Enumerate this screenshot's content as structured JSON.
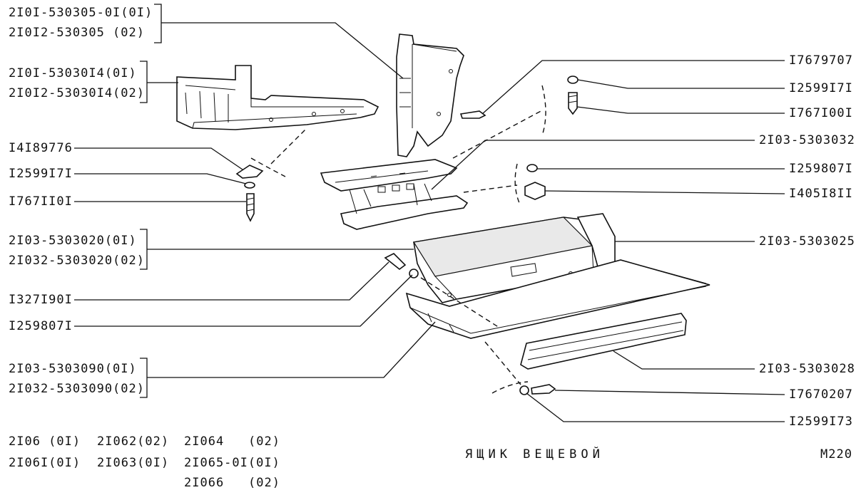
{
  "left_labels": {
    "a1": "2I0I-530305-0I(0I)",
    "a2": "2I0I2-530305 (02)",
    "b1": "2I0I-53030I4(0I)",
    "b2": "2I0I2-53030I4(02)",
    "c": "I4I89776",
    "d": "I2599I7I",
    "e": "I767II0I",
    "f1": "2I03-5303020(0I)",
    "f2": "2I032-5303020(02)",
    "g": "I327I90I",
    "h": "I259807I",
    "i1": "2I03-5303090(0I)",
    "i2": "2I032-5303090(02)"
  },
  "right_labels": {
    "r1": "I7679707",
    "r2": "I2599I7I",
    "r3": "I767I00I",
    "r4": "2I03-5303032",
    "r5": "I259807I",
    "r6": "I405I8II",
    "r7": "2I03-5303025",
    "r8": "2I03-5303028",
    "r9": "I7670207",
    "r10": "I2599I73"
  },
  "models": {
    "m1": "2I06 (0I)",
    "m2": "2I062(02)",
    "m3": "2I064",
    "m3v": "(02)",
    "m4": "2I06I(0I)",
    "m5": "2I063(0I)",
    "m6": "2I065-0I(0I)",
    "m7": "2I066",
    "m7v": "(02)"
  },
  "title": "ЯЩИК ВЕЩЕВОЙ",
  "page_code": "M220"
}
